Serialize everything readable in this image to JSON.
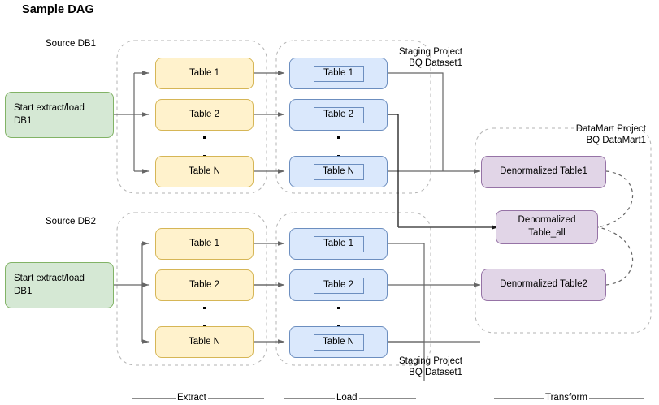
{
  "title": "Sample DAG",
  "colors": {
    "green_fill": "#d5e8d4",
    "green_stroke": "#82b366",
    "yellow_fill": "#fff2cc",
    "yellow_stroke": "#d6b656",
    "blue_fill": "#dae8fc",
    "blue_stroke": "#6c8ebf",
    "purple_fill": "#e1d5e7",
    "purple_stroke": "#9673a6",
    "edge": "#666666",
    "edge_dark": "#000000",
    "container_dash": "#b3b3b3"
  },
  "group_labels": {
    "source_db1": "Source DB1",
    "source_db2": "Source DB2",
    "staging_top_line1": "Staging Project",
    "staging_top_line2": "BQ Dataset1",
    "staging_bottom_line1": "Staging Project",
    "staging_bottom_line2": "BQ Dataset1",
    "datamart_line1": "DataMart Project",
    "datamart_line2": "BQ DataMart1"
  },
  "start_nodes": [
    {
      "line1": "Start extract/load",
      "line2": "DB1"
    },
    {
      "line1": "Start extract/load",
      "line2": "DB1"
    }
  ],
  "extract_row1": [
    "Table 1",
    "Table 2",
    "Table N"
  ],
  "extract_row2": [
    "Table 1",
    "Table 2",
    "Table N"
  ],
  "load_row1": [
    "Table 1",
    "Table 2",
    "Table N"
  ],
  "load_row2": [
    "Table 1",
    "Table 2",
    "Table N"
  ],
  "transform_nodes": [
    {
      "line1": "Denormalized Table1",
      "line2": ""
    },
    {
      "line1": "Denormalized",
      "line2": "Table_all"
    },
    {
      "line1": "Denormalized Table2",
      "line2": ""
    }
  ],
  "phases": [
    "Extract",
    "Load",
    "Transform"
  ]
}
